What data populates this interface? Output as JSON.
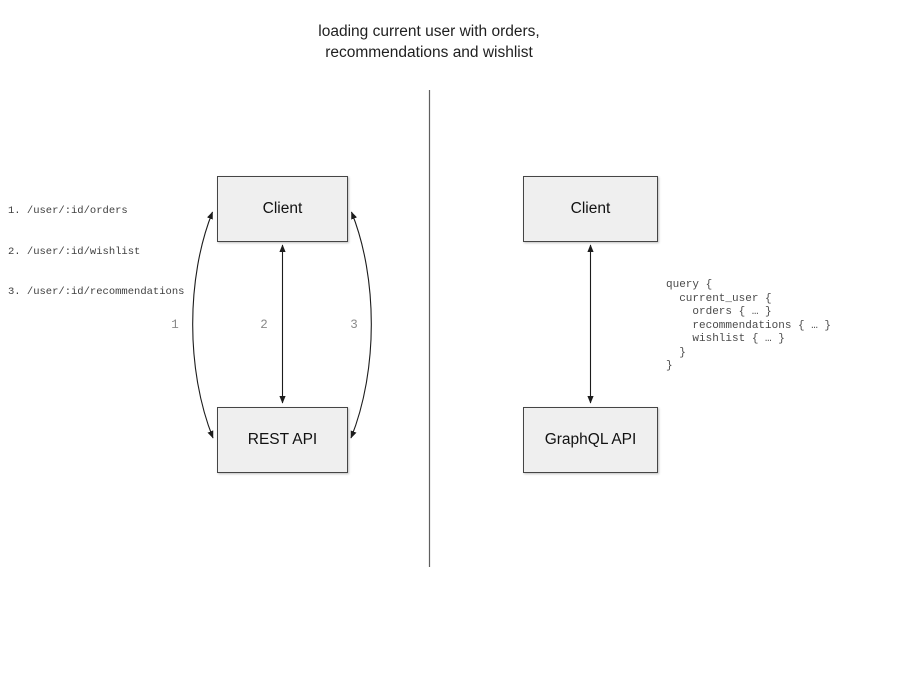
{
  "title": {
    "lines": [
      "loading current user with orders,",
      "recommendations and wishlist"
    ]
  },
  "rest_panel": {
    "endpoints": [
      "1. /user/:id/orders",
      "2. /user/:id/wishlist",
      "3. /user/:id/recommendations"
    ],
    "client_label": "Client",
    "api_label": "REST API",
    "arrow_labels": [
      "1",
      "2",
      "3"
    ]
  },
  "graphql_panel": {
    "client_label": "Client",
    "api_label": "GraphQL API",
    "query_code": "query {\n  current_user {\n    orders { … }\n    recommendations { … }\n    wishlist { … }\n  }\n}"
  },
  "colors": {
    "box_fill": "#efefef",
    "box_border": "#454545",
    "arrow": "#1c1c1c",
    "divider": "#5f5f5f",
    "number_label": "#8a8a8a",
    "code_text": "#4a4a4a"
  }
}
